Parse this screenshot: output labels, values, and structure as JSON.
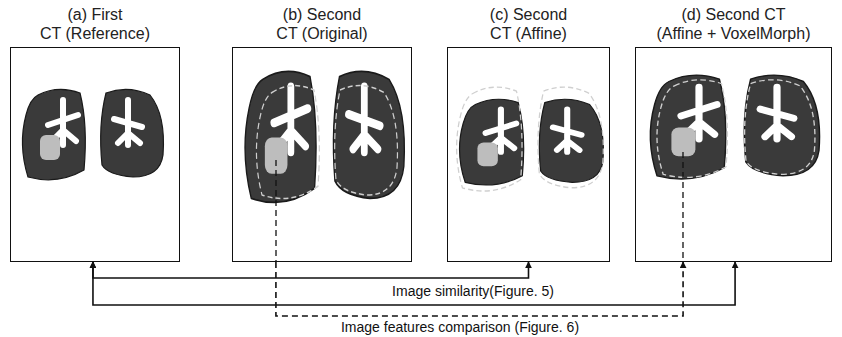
{
  "diagram": {
    "nodes": [
      {
        "text": [
          "(a) First CT (Reference)"
        ]
      },
      {
        "text": [
          "(b) Second CT (Original)"
        ]
      },
      {
        "text": [
          "(c) Second CT (Affine)"
        ]
      },
      {
        "text": [
          "(d) Second CT (Affine + VoxelMorph)"
        ]
      }
    ],
    "edges": [
      {
        "from": 0,
        "to": 2,
        "arrow": "both"
      },
      {
        "from": 0,
        "to": 3,
        "arrow": "both",
        "label": "Image similarity(Figure. 5)"
      },
      {
        "from": 1,
        "to": 3,
        "arrow": "to",
        "label": "Image features comparison (Figure. 6)"
      }
    ]
  }
}
